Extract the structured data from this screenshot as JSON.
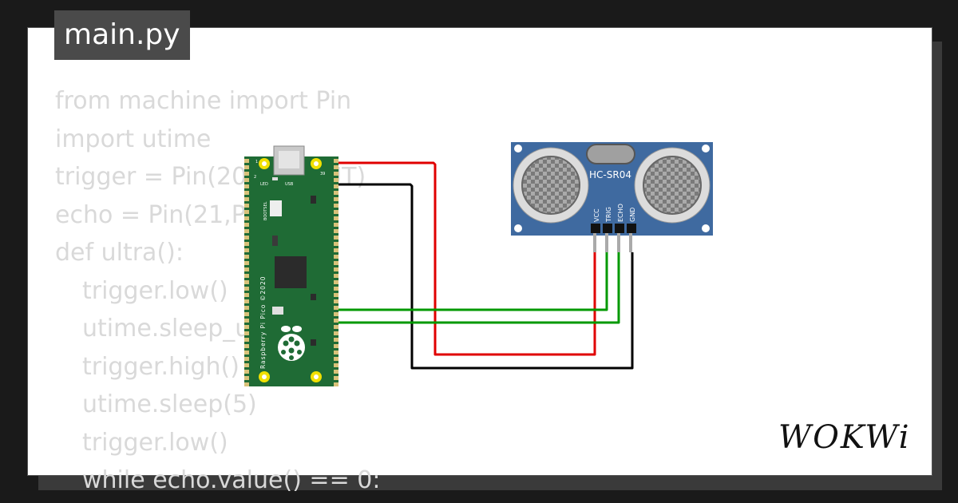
{
  "file": {
    "name": "main.py"
  },
  "code": {
    "lines": [
      {
        "text": "from machine import Pin",
        "indent": 0
      },
      {
        "text": "import utime",
        "indent": 0
      },
      {
        "text": "trigger = Pin(20, Pin.OUT)",
        "indent": 0
      },
      {
        "text": "echo = Pin(21,Pin.IN)",
        "indent": 0
      },
      {
        "text": "def ultra():",
        "indent": 0
      },
      {
        "text": "trigger.low()",
        "indent": 1
      },
      {
        "text": "utime.sleep_us(2)",
        "indent": 1
      },
      {
        "text": "trigger.high()",
        "indent": 1
      },
      {
        "text": "utime.sleep(5)",
        "indent": 1
      },
      {
        "text": "trigger.low()",
        "indent": 1
      },
      {
        "text": "while echo.value() == 0:",
        "indent": 1
      }
    ]
  },
  "board": {
    "name": "Raspberry Pi Pico ©2020",
    "led_label": "LED",
    "usb_label": "USB",
    "bootsel_label": "BOOTSEL",
    "pin1": "1",
    "pin2": "2",
    "pin39": "39",
    "color": "#1f6b35"
  },
  "sensor": {
    "name": "HC-SR04",
    "pins": [
      "VCC",
      "TRIG",
      "ECHO",
      "GND"
    ],
    "color": "#3f6aa0"
  },
  "wires": {
    "vcc": "#e00000",
    "gnd": "#000000",
    "trig": "#009900",
    "echo": "#009900"
  },
  "brand": {
    "logo": "WOKWi"
  }
}
